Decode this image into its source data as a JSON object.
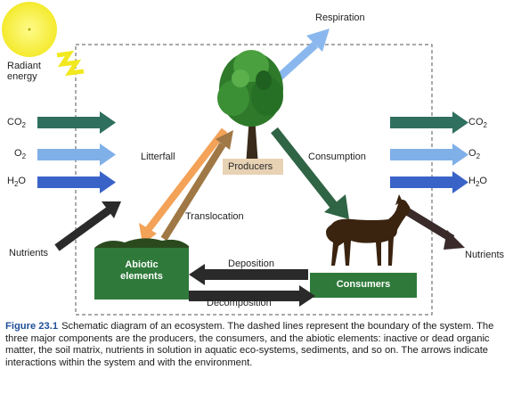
{
  "labels": {
    "radiant_energy_line1": "Radiant",
    "radiant_energy_line2": "energy",
    "respiration": "Respiration",
    "co2_left": "CO",
    "o2_left": "O",
    "h2o_left_a": "H",
    "h2o_left_b": "O",
    "co2_right": "CO",
    "o2_right": "O",
    "h2o_right_a": "H",
    "h2o_right_b": "O",
    "sub2": "2",
    "litterfall": "Litterfall",
    "consumption": "Consumption",
    "translocation": "Translocation",
    "producers": "Producers",
    "nutrients_left": "Nutrients",
    "nutrients_right": "Nutrients",
    "abiotic_line1": "Abiotic",
    "abiotic_line2": "elements",
    "consumers": "Consumers",
    "deposition": "Deposition",
    "decomposition": "Decomposition"
  },
  "caption": {
    "figure_label": "Figure 23.1",
    "text": "Schematic diagram of an ecosystem. The dashed lines represent the boundary of the system. The three major components are the producers, the consumers, and the abiotic elements: inactive or dead organic matter, the soil matrix, nutrients in solution in aquatic eco-systems, sediments, and so on. The arrows indicate interactions within the system and with the environment."
  },
  "colors": {
    "co2_arrow": "#2f6f5e",
    "o2_arrow": "#7fb0e8",
    "h2o_arrow": "#3a63c8",
    "nutrient_arrow": "#2a2a2a",
    "litterfall_arrow": "#f3a257",
    "translocation_arrow": "#a07845",
    "consumption_arrow": "#2f6444",
    "respiration_arrow": "#8ab8ee",
    "box_green": "#2f7a3b",
    "producers_box": "#e8d2b4",
    "sun": "#f6ee3a",
    "caption_label": "#1f4f9a"
  }
}
